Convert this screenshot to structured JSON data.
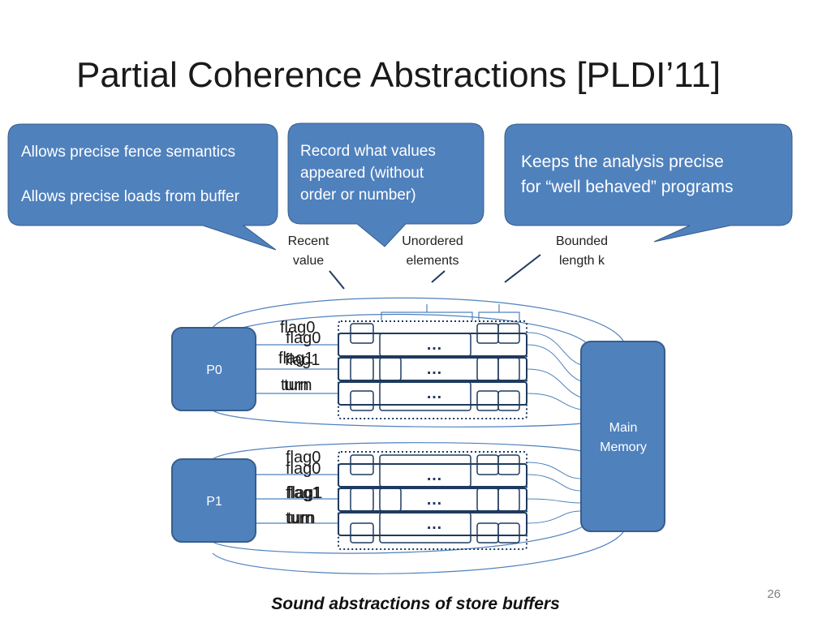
{
  "slide": {
    "title": "Partial Coherence Abstractions [PLDI’11]",
    "page_number": "26",
    "caption": "Sound abstractions of store buffers"
  },
  "callouts": {
    "left_line1": "Allows precise fence semantics",
    "left_line2": "Allows precise loads from buffer",
    "middle": "Record what values\nappeared (without\norder or number)",
    "right": "Keeps the analysis precise\nfor “well behaved” programs"
  },
  "labels": {
    "recent_value": "Recent\nvalue",
    "unordered_elements": "Unordered\nelements",
    "bounded_length": "Bounded\nlength k"
  },
  "processors": {
    "p0": "P0",
    "p1": "P1",
    "memory": "Main\nMemory"
  },
  "buffers": {
    "flag0": "flag0",
    "flag1": "flag1",
    "turn": "turn",
    "ellipsis": "…"
  },
  "colors": {
    "callout_fill": "#4f81bd",
    "node_fill": "#4f81bd",
    "node_stroke": "#385d8a",
    "buffer_stroke": "#1f3a5f"
  }
}
